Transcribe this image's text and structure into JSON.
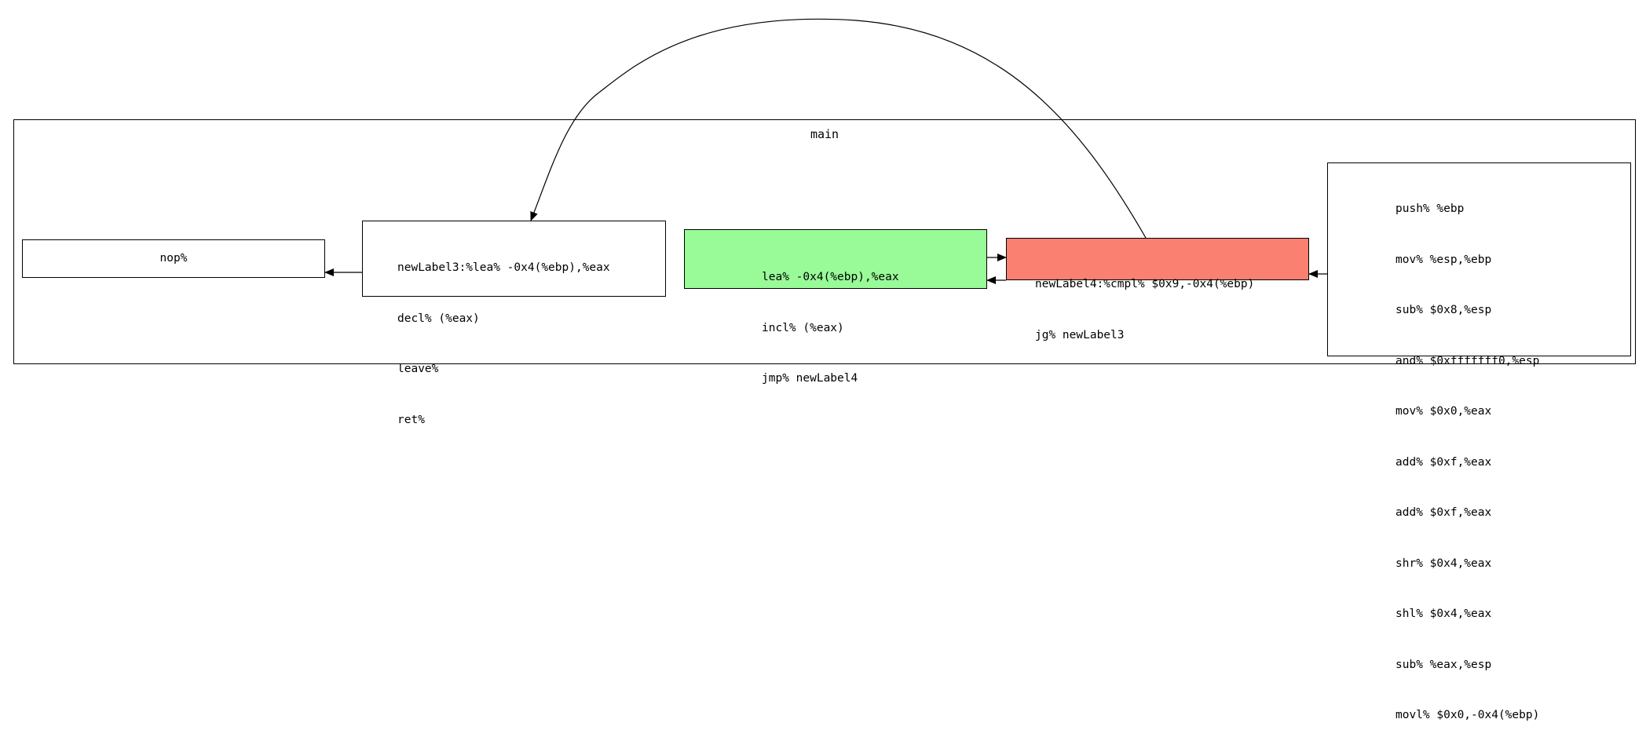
{
  "graph": {
    "title": "main",
    "colors": {
      "loop_body_fill": "#98fb98",
      "condition_fill": "#fa8072",
      "default_fill": "#ffffff",
      "stroke": "#000000"
    },
    "nodes": {
      "nop": [
        "nop%"
      ],
      "label3": [
        "newLabel3:%lea% -0x4(%ebp),%eax",
        "decl% (%eax)",
        "leave%",
        "ret%"
      ],
      "loop_body": [
        "lea% -0x4(%ebp),%eax",
        "incl% (%eax)",
        "jmp% newLabel4"
      ],
      "label4": [
        "newLabel4:%cmpl% $0x9,-0x4(%ebp)",
        "jg% newLabel3"
      ],
      "entry": [
        "push% %ebp",
        "mov% %esp,%ebp",
        "sub% $0x8,%esp",
        "and% $0xfffffff0,%esp",
        "mov% $0x0,%eax",
        "add% $0xf,%eax",
        "add% $0xf,%eax",
        "shr% $0x4,%eax",
        "shl% $0x4,%eax",
        "sub% %eax,%esp",
        "movl% $0x0,-0x4(%ebp)"
      ]
    },
    "edges": [
      {
        "from": "entry",
        "to": "label4"
      },
      {
        "from": "label4",
        "to": "label3"
      },
      {
        "from": "label4",
        "to": "loop_body"
      },
      {
        "from": "loop_body",
        "to": "label4"
      },
      {
        "from": "label3",
        "to": "nop"
      }
    ]
  }
}
